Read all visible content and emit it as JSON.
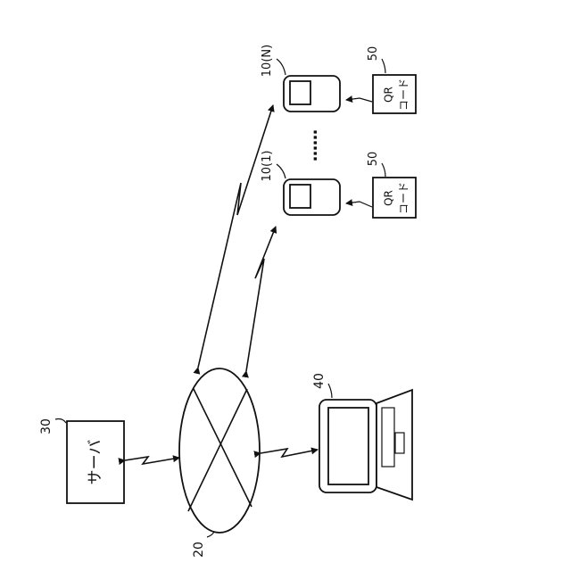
{
  "refs": {
    "server": "30",
    "network": "20",
    "pc": "40",
    "terminal_1": "10(1)",
    "terminal_n": "10(N)",
    "qr_1": "50",
    "qr_n": "50"
  },
  "labels": {
    "server": "サーバ",
    "qr_line1": "QR",
    "qr_line2": "コード"
  },
  "ellipsis": "……"
}
